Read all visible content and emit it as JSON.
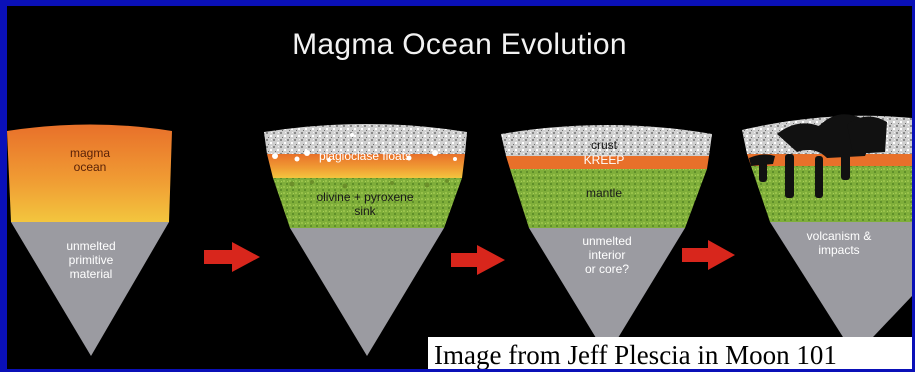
{
  "title": "Magma Ocean Evolution",
  "credit": "Image from Jeff Plescia in Moon 101",
  "colors": {
    "frame": "#0a10b8",
    "background": "#000000",
    "magma_top": "#e8702a",
    "magma_bottom": "#f3c53e",
    "interior": "#9b9ba1",
    "mantle": "#7fae3a",
    "crust": "#d8d8d8",
    "kreep": "#e8702a",
    "arrow": "#d8261c",
    "volcanic": "#111111"
  },
  "stages": [
    {
      "labels": {
        "magma": "magma\nocean",
        "interior": "unmelted\nprimitive\nmaterial"
      }
    },
    {
      "labels": {
        "plagioclase": "plagioclase floats",
        "olivine": "olivine + pyroxene\nsink"
      }
    },
    {
      "labels": {
        "crust": "crust",
        "kreep": "KREEP",
        "mantle": "mantle",
        "interior": "unmelted\ninterior\nor core?"
      }
    },
    {
      "labels": {
        "volcanism": "volcanism &\nimpacts"
      }
    }
  ]
}
